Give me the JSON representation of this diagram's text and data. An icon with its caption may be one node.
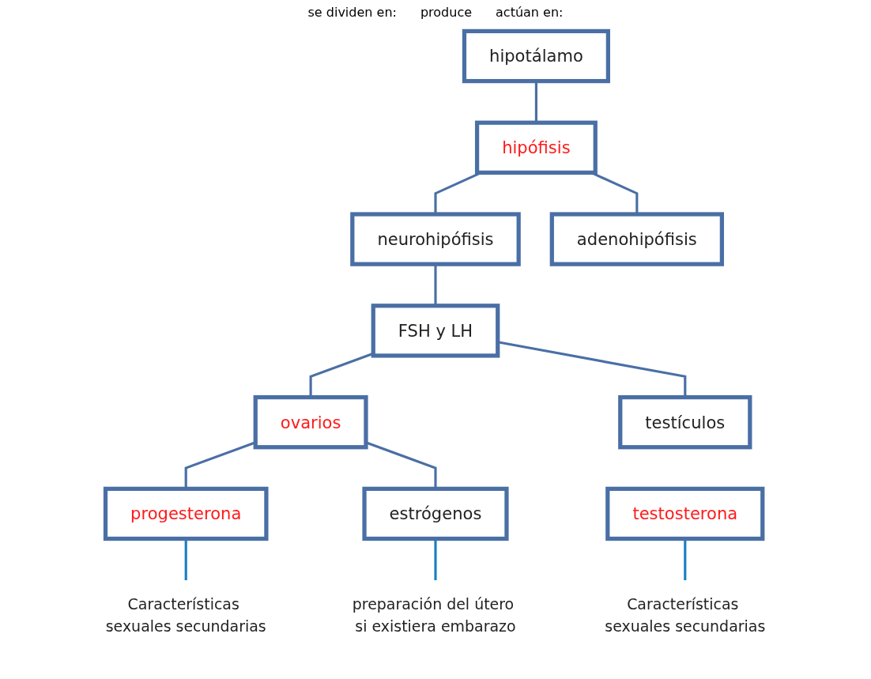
{
  "diagram": {
    "nodes": [
      {
        "text": [
          "hipotálamo"
        ]
      },
      {
        "text": [
          "hipófisis"
        ]
      },
      {
        "text": [
          "neurohipófisis"
        ]
      },
      {
        "text": [
          "adenohipófisis"
        ]
      },
      {
        "text": [
          "FSH y LH"
        ]
      },
      {
        "text": [
          "ovarios"
        ]
      },
      {
        "text": [
          "testículos"
        ]
      },
      {
        "text": [
          "progesterona"
        ]
      },
      {
        "text": [
          "estrógenos"
        ]
      },
      {
        "text": [
          "testosterona"
        ]
      },
      {
        "text": [
          "Características sexuales secundarias"
        ]
      },
      {
        "text": [
          "preparación del útero si existiera embarazo"
        ]
      },
      {
        "text": [
          "Características sexuales secundarias"
        ]
      }
    ],
    "edges": [
      {
        "from": 0,
        "to": 1,
        "arrow": "none"
      },
      {
        "from": 1,
        "to": 2,
        "arrow": "none"
      },
      {
        "from": 1,
        "to": 3,
        "arrow": "none"
      },
      {
        "from": 2,
        "to": 4,
        "arrow": "none"
      },
      {
        "from": 4,
        "to": 5,
        "arrow": "none"
      },
      {
        "from": 4,
        "to": 6,
        "arrow": "none"
      },
      {
        "from": 5,
        "to": 7,
        "arrow": "none"
      },
      {
        "from": 5,
        "to": 8,
        "arrow": "none"
      },
      {
        "from": 7,
        "to": 10,
        "arrow": "none",
        "color": "#1a7fc1"
      },
      {
        "from": 8,
        "to": 11,
        "arrow": "none",
        "color": "#1a7fc1"
      },
      {
        "from": 9,
        "to": 12,
        "arrow": "none",
        "color": "#1a7fc1"
      }
    ],
    "labels": [
      "se dividen en:",
      "produce",
      "actúan en:"
    ]
  }
}
